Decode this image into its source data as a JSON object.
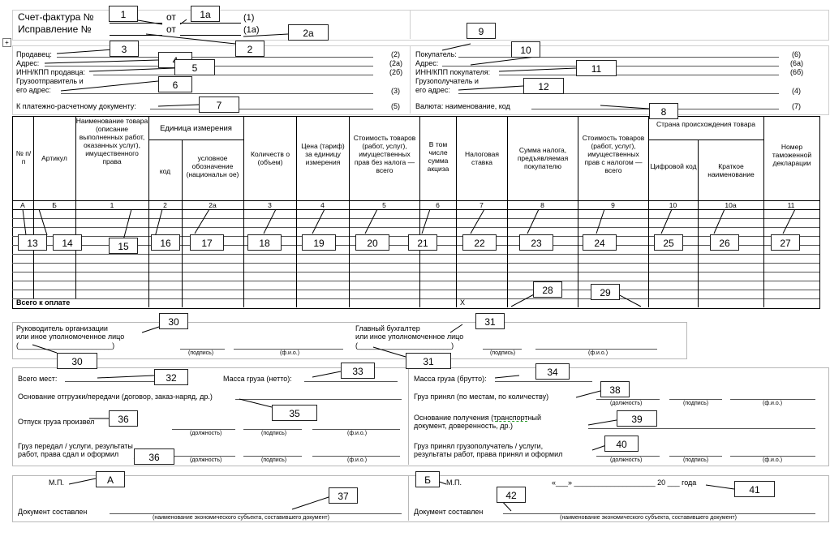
{
  "header": {
    "invoice_label": "Счет-фактура №",
    "correction_label": "Исправление №",
    "from_1": "от",
    "from_2": "от",
    "code_1": "(1)",
    "code_1a": "(1а)"
  },
  "seller": {
    "name_label": "Продавец:",
    "address_label": "Адрес:",
    "inn_label": "ИНН/КПП продавца:",
    "shipper_label_1": "Грузоотправитель и",
    "shipper_label_2": "его адрес:",
    "payment_doc_label": "К платежно-расчетному документу:",
    "codes": [
      "(2)",
      "(2а)",
      "(2б)",
      "(3)",
      "(5)"
    ]
  },
  "buyer": {
    "name_label": "Покупатель:",
    "address_label": "Адрес:",
    "inn_label": "ИНН/КПП покупателя:",
    "consignee_label_1": "Грузополучатель и",
    "consignee_label_2": "его адрес:",
    "currency_label": "Валюта: наименование, код",
    "codes": [
      "(6)",
      "(6а)",
      "(6б)",
      "(4)",
      "(7)"
    ]
  },
  "table": {
    "headers": {
      "num": "№ п/п",
      "article": "Артикул",
      "name": "Наименование товара (описание выполненных работ, оказанных услуг), имущественного права",
      "unit_group": "Единица измерения",
      "unit_code": "код",
      "unit_name": "условное обозначение (национальн ое)",
      "qty": "Количеств о (объем)",
      "price": "Цена (тариф) за единицу измерения",
      "cost_no_tax": "Стоимость товаров (работ, услуг), имущественных прав без налога — всего",
      "excise": "В том числе сумма акциза",
      "tax_rate": "Налоговая ставка",
      "tax_sum": "Сумма налога, предъявляемая покупателю",
      "cost_with_tax": "Стоимость товаров (работ, услуг), имущественных прав с налогом — всего",
      "country_group": "Страна происхождения товара",
      "country_code": "Цифровой код",
      "country_name": "Краткое наименование",
      "customs": "Номер таможенной декларации"
    },
    "col_numbers": [
      "А",
      "Б",
      "1",
      "2",
      "2а",
      "3",
      "4",
      "5",
      "6",
      "7",
      "8",
      "9",
      "10",
      "10а",
      "11"
    ],
    "total_label": "Всего к оплате",
    "total_x": "X"
  },
  "signatures": {
    "head_label_1": "Руководитель организации",
    "head_label_2": "или иное уполномоченное лицо",
    "head_label_3": "(_______________________)",
    "accountant_label_1": "Главный бухгалтер",
    "accountant_label_2": "или иное уполномоченное лицо",
    "accountant_label_3": "(_______________________)",
    "sign_hint": "(подпись)",
    "fio_hint": "(ф.и.о.)",
    "position_hint": "(должность)"
  },
  "shipping": {
    "places_label": "Всего мест:",
    "net_label": "Масса груза (нетто):",
    "gross_label": "Масса груза (брутто):",
    "basis_label": "Основание отгрузки/передачи (договор, заказ-наряд, др.)",
    "accepted_label": "Груз принял (по местам, по количеству)",
    "released_label": "Отпуск груза произвел",
    "receive_basis_label_1": "Основание получения (транспортный",
    "receive_basis_label_2": "документ, доверенность, др.)",
    "transferred_label_1": "Груз передал / услуги, результаты",
    "transferred_label_2": "работ, права сдал  и оформил",
    "received_label_1": "Груз принял грузополучатель / услуги,",
    "received_label_2": "результаты работ, права принял и оформил"
  },
  "footer": {
    "stamp_label": "М.П.",
    "date_label": "«___» ____________________ 20 ___ года",
    "composed_label": "Документ составлен",
    "composed_hint": "(наименование экономического субъекта, составившего документ)"
  },
  "callouts": [
    "1",
    "1а",
    "2",
    "2а",
    "3",
    "4",
    "5",
    "6",
    "7",
    "8",
    "9",
    "10",
    "11",
    "12",
    "13",
    "14",
    "15",
    "16",
    "17",
    "18",
    "19",
    "20",
    "21",
    "22",
    "23",
    "24",
    "25",
    "26",
    "27",
    "28",
    "29",
    "30",
    "30",
    "31",
    "31",
    "32",
    "33",
    "34",
    "35",
    "36",
    "36",
    "37",
    "38",
    "39",
    "40",
    "41",
    "42",
    "А",
    "Б"
  ],
  "colors": {
    "line": "#555555",
    "box_border": "#b8b8b8",
    "spell_underline": "#2a9d2a"
  }
}
